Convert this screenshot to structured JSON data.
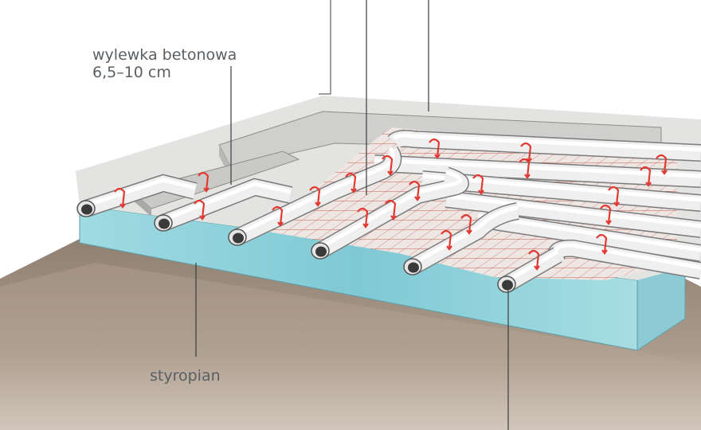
{
  "labels": {
    "concrete": {
      "line1": "wylewka betonowa",
      "line2": "6,5–10 cm"
    },
    "insulation": "styropian"
  },
  "colors": {
    "concrete": "#d9d9d7",
    "concrete_dark": "#a9aaa8",
    "styrofoam": "#8fd3dc",
    "soil": "#8a7562",
    "pipe": "#efefef",
    "pipe_shadow": "#b5b5b5",
    "mesh_fill": "#ede6e2",
    "mesh_line": "#c0463f",
    "clip": "#e23a33",
    "leader": "#3c3c3c",
    "label_text": "#5a5f63"
  }
}
